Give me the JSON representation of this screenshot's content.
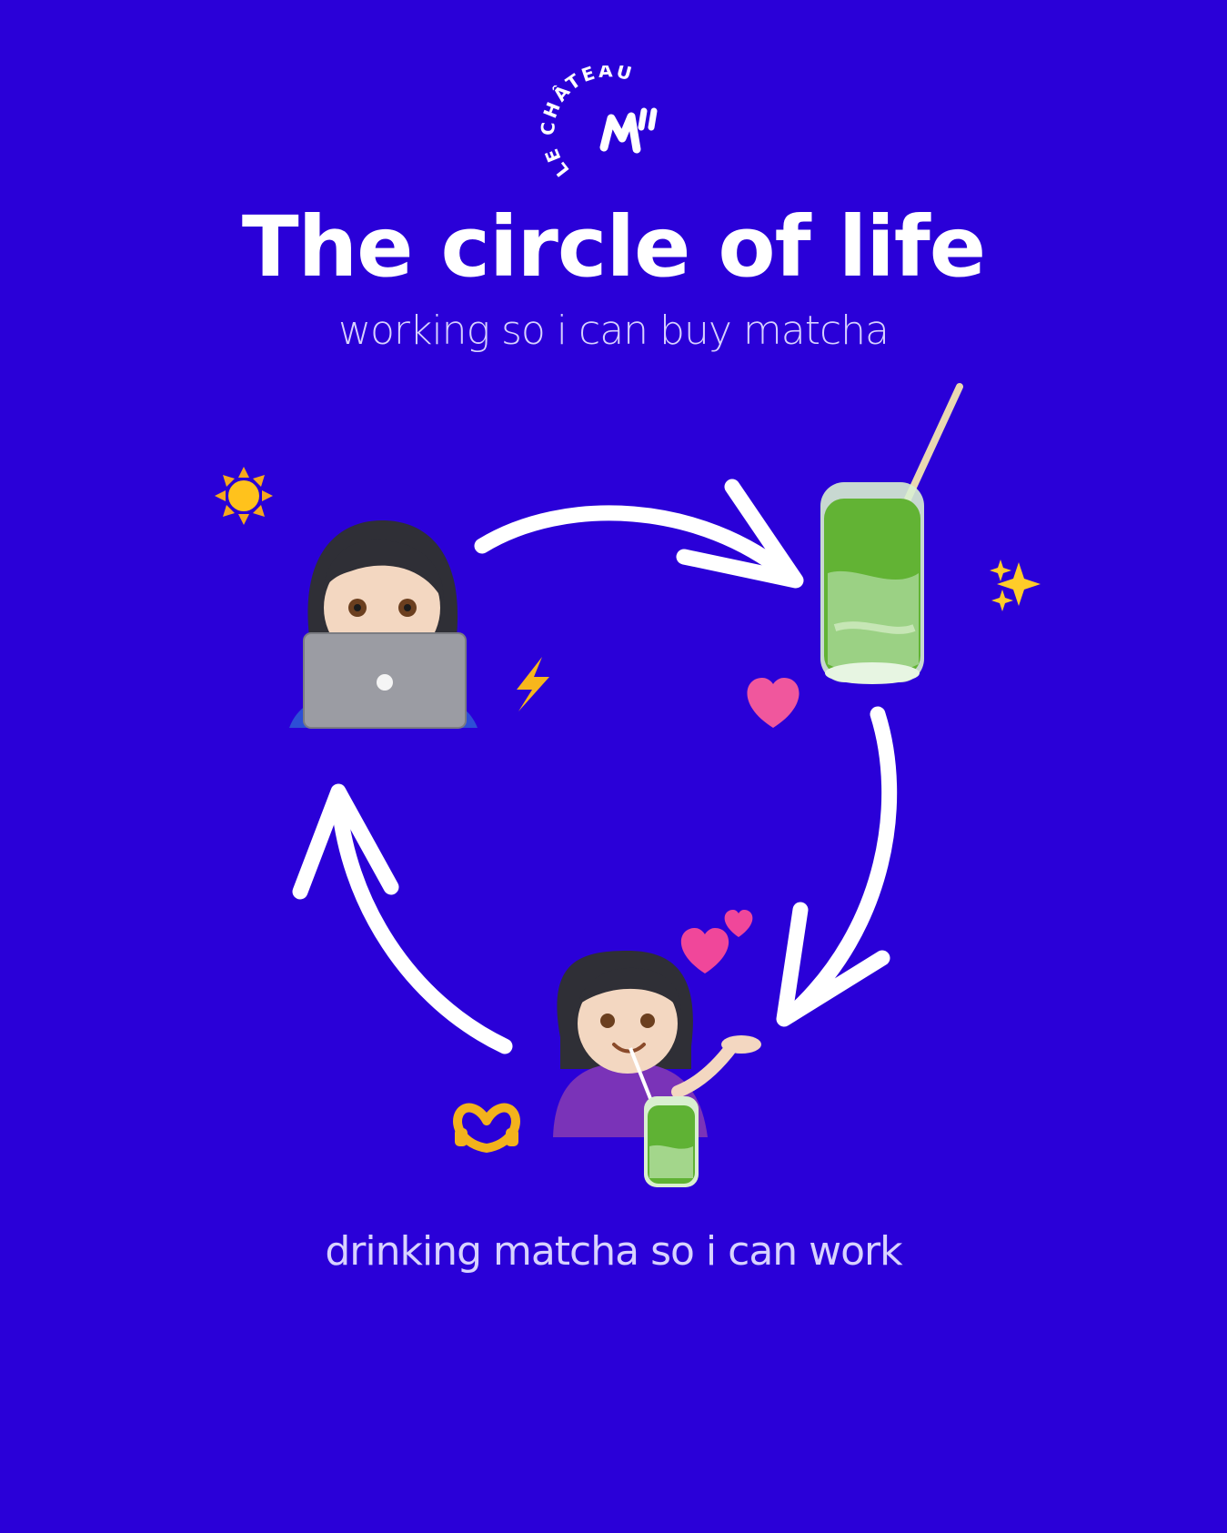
{
  "brand": {
    "logo_text": "LE CHÂTEAU",
    "logo_mark": "M'I"
  },
  "header": {
    "title": "The circle of life",
    "subtitle": "working so i can buy matcha"
  },
  "footer": {
    "caption": "drinking matcha so i can work"
  },
  "colors": {
    "background": "#2a00d8",
    "text": "#ffffff",
    "subtext": "#d8d2ff",
    "matcha": "#6fbf3a"
  },
  "icons": [
    "sun-icon",
    "woman-laptop-icon",
    "lightning-icon",
    "matcha-glass-icon",
    "sparkles-icon",
    "heart-icon",
    "hearts-icon",
    "woman-drinking-icon",
    "heart-hands-icon",
    "cycle-arrow-icon"
  ]
}
